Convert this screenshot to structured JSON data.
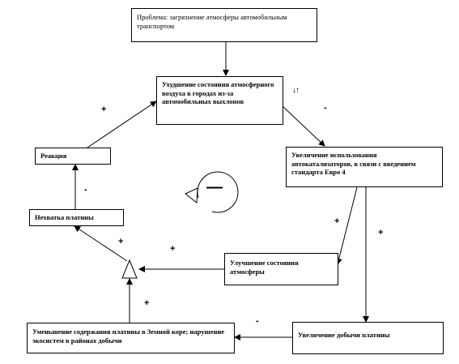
{
  "boxes": {
    "problem": "Проблема: загрязнение атмосферы автомобильным транспортом",
    "deterioration": "Ухудшение состояния атмосферного воздуха в городах из-за автомобильных выхлопов",
    "increase_use": "Увеличение использования автокатализаторов, в связи с введением стандарта Евро 4",
    "reaction": "Реакция",
    "platinum_shortage": "Нехватка платины",
    "improvement": "Улучшение состояния атмосферы",
    "decrease_content": "Уменьшение содержания платины в Земной коре; нарушение экосистем в районах добычи",
    "increase_mining": "Увеличение добычи платины"
  },
  "signs": {
    "plus_left_top": "+",
    "minus_top_right": "-",
    "minus_reaction": "-",
    "plus_shortage": "+",
    "plus_improvement": "+",
    "plus_right_mid": "+",
    "plus_right": "+",
    "plus_bottom_left": "+",
    "minus_bottom": "-",
    "loop_sign": "—",
    "updown_arrows": "↓↑"
  }
}
